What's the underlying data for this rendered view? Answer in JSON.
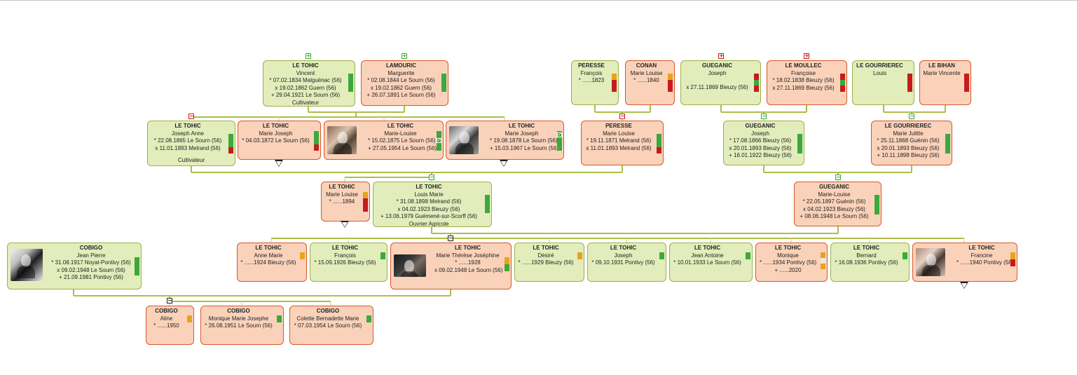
{
  "people": {
    "p1": {
      "name": "LE TOHIC",
      "first": "Vincent",
      "lines": [
        "* 07.02.1834 Malguénac (56)",
        "x 19.02.1862 Guern (56)",
        "+ 29.04.1921 Le Sourn (56)"
      ],
      "occupation": "Cultivateur"
    },
    "p2": {
      "name": "LAMOURIC",
      "first": "Marguerite",
      "lines": [
        "* 02.08.1844 Le Sourn (56)",
        "x 19.02.1862 Guern (56)",
        "+ 26.07.1891 Le Sourn (56)"
      ]
    },
    "p3": {
      "name": "PERESSE",
      "first": "François",
      "lines": [
        "* ......1823"
      ]
    },
    "p4": {
      "name": "CONAN",
      "first": "Marie Louise",
      "lines": [
        "* ......1840"
      ]
    },
    "p5": {
      "name": "GUEGANIC",
      "first": "Joseph",
      "lines": [
        "x 27.11.1869 Bieuzy (56)"
      ]
    },
    "p6": {
      "name": "LE MOULLEC",
      "first": "Françoise",
      "lines": [
        "* 18.02.1838 Bieuzy (56)",
        "x 27.11.1869 Bieuzy (56)"
      ]
    },
    "p7": {
      "name": "LE GOURRIEREC",
      "first": "Louis",
      "lines": []
    },
    "p8": {
      "name": "LE BIHAN",
      "first": "Marie Vincente",
      "lines": []
    },
    "p9": {
      "name": "LE TOHIC",
      "first": "Joseph Anne",
      "lines": [
        "* 22.08.1865 Le Sourn (56)",
        "x 11.01.1893 Melrand (56)"
      ],
      "occupation": "Cultivateur"
    },
    "p10": {
      "name": "LE TOHIC",
      "first": "Marie Joseph",
      "lines": [
        "* 04.03.1872 Le Sourn (56)"
      ]
    },
    "p11": {
      "name": "LE TOHIC",
      "first": "Marie-Louise",
      "lines": [
        "* 15.02.1875 Le Sourn (56)",
        "+ 27.05.1954 Le Sourn (56)"
      ]
    },
    "p12": {
      "name": "LE TOHIC",
      "first": "Marie Joseph",
      "lines": [
        "* 19.08.1878 Le Sourn (56)",
        "+ 15.03.1967 Le Sourn (56)"
      ]
    },
    "p13": {
      "name": "PERESSE",
      "first": "Marie Louise",
      "lines": [
        "* 19.11.1871 Melrand (56)",
        "x 11.01.1893 Melrand (56)"
      ]
    },
    "p14": {
      "name": "GUEGANIC",
      "first": "Joseph",
      "lines": [
        "* 17.08.1866 Bieuzy (56)",
        "x 20.01.1893 Bieuzy (56)",
        "+ 16.01.1922 Bieuzy (56)"
      ]
    },
    "p15": {
      "name": "LE GOURRIEREC",
      "first": "Marie Julitte",
      "lines": [
        "* 25.11.1868 Guénin (56)",
        "x 20.01.1893 Bieuzy (56)",
        "+ 10.11.1898 Bieuzy (56)"
      ]
    },
    "p16": {
      "name": "LE TOHIC",
      "first": "Marie Louise",
      "lines": [
        "* ......1894"
      ]
    },
    "p17": {
      "name": "LE TOHIC",
      "first": "Louis Marie",
      "lines": [
        "* 31.08.1898 Melrand (56)",
        "x 04.02.1923 Bieuzy (56)",
        "+ 13.06.1979 Guémené-sur-Scorff (56)"
      ],
      "occupation": "Ouvrier Agricole"
    },
    "p18": {
      "name": "GUEGANIC",
      "first": "Marie-Louise",
      "lines": [
        "* 22.05.1897 Guénin (56)",
        "x 04.02.1923 Bieuzy (56)",
        "+ 08.06.1948 Le Sourn (56)"
      ]
    },
    "p19": {
      "name": "COBIGO",
      "first": "Jean Pierre",
      "lines": [
        "* 31.08.1917 Noyal-Pontivy (56)",
        "x 09.02.1948 Le Sourn (56)",
        "+ 21.09.1981 Pontivy (56)"
      ]
    },
    "p20": {
      "name": "LE TOHIC",
      "first": "Anne Marie",
      "lines": [
        "* ......1924 Bieuzy (56)"
      ]
    },
    "p21": {
      "name": "LE TOHIC",
      "first": "François",
      "lines": [
        "* 15.09.1926 Bieuzy (56)"
      ]
    },
    "p22": {
      "name": "LE TOHIC",
      "first": "Marie Thérèse Joséphine",
      "lines": [
        "* ......1928",
        "x 09.02.1948 Le Sourn (56)"
      ]
    },
    "p23": {
      "name": "LE TOHIC",
      "first": "Désiré",
      "lines": [
        "* ......1929 Bieuzy (56)"
      ]
    },
    "p24": {
      "name": "LE TOHIC",
      "first": "Joseph",
      "lines": [
        "* 09.10.1931 Pontivy (56)"
      ]
    },
    "p25": {
      "name": "LE TOHIC",
      "first": "Jean Antoine",
      "lines": [
        "* 10.01.1933 Le Sourn (56)"
      ]
    },
    "p26": {
      "name": "LE TOHIC",
      "first": "Monique",
      "lines": [
        "* ......1934 Pontivy (56)",
        "+ ......2020"
      ]
    },
    "p27": {
      "name": "LE TOHIC",
      "first": "Bernard",
      "lines": [
        "* 16.08.1936 Pontivy (56)"
      ]
    },
    "p28": {
      "name": "LE TOHIC",
      "first": "Francine",
      "lines": [
        "* ......1940 Pontivy (56)"
      ]
    },
    "p29": {
      "name": "COBIGO",
      "first": "Aline",
      "lines": [
        "* ......1950"
      ]
    },
    "p30": {
      "name": "COBIGO",
      "first": "Monique Marie Josephe",
      "lines": [
        "* 26.08.1951 Le Sourn (56)"
      ]
    },
    "p31": {
      "name": "COBIGO",
      "first": "Colette Bernadette Marie",
      "lines": [
        "* 07.03.1954 Le Sourn (56)"
      ]
    }
  },
  "colors": {
    "male_bg": "#e2edbb",
    "male_border": "#9db14a",
    "female_bg": "#fad2ba",
    "female_border": "#d9572a",
    "link": "#aebe46",
    "green": "#3da83d",
    "orange": "#e8a319",
    "red": "#c41c1c"
  },
  "toggles": {
    "expand": "+",
    "collapse": "−"
  }
}
